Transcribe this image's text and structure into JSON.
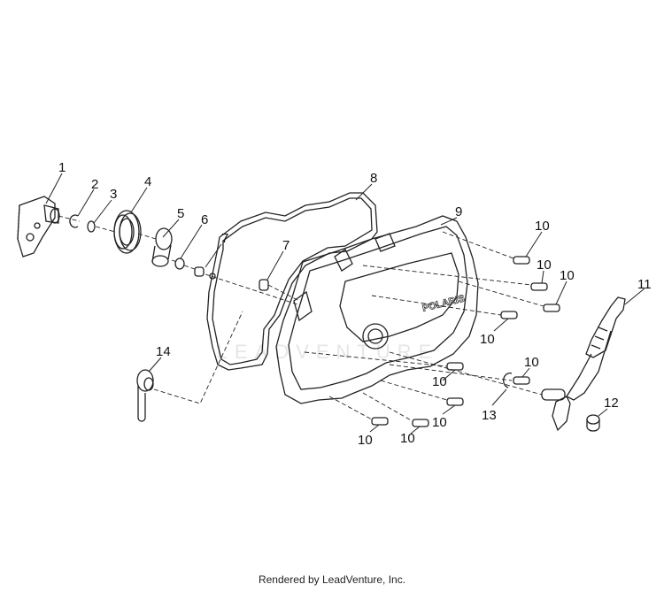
{
  "callouts": [
    {
      "id": "c1",
      "text": "1"
    },
    {
      "id": "c2",
      "text": "2"
    },
    {
      "id": "c3",
      "text": "3"
    },
    {
      "id": "c4",
      "text": "4"
    },
    {
      "id": "c5",
      "text": "5"
    },
    {
      "id": "c6",
      "text": "6"
    },
    {
      "id": "c7a",
      "text": "7"
    },
    {
      "id": "c7b",
      "text": "7"
    },
    {
      "id": "c8",
      "text": "8"
    },
    {
      "id": "c9",
      "text": "9"
    },
    {
      "id": "c10a",
      "text": "10"
    },
    {
      "id": "c10b",
      "text": "10"
    },
    {
      "id": "c10c",
      "text": "10"
    },
    {
      "id": "c10d",
      "text": "10"
    },
    {
      "id": "c10e",
      "text": "10"
    },
    {
      "id": "c10f",
      "text": "10"
    },
    {
      "id": "c10g",
      "text": "10"
    },
    {
      "id": "c10h",
      "text": "10"
    },
    {
      "id": "c10i",
      "text": "10"
    },
    {
      "id": "c11",
      "text": "11"
    },
    {
      "id": "c12",
      "text": "12"
    },
    {
      "id": "c13",
      "text": "13"
    },
    {
      "id": "c14",
      "text": "14"
    }
  ],
  "cover_logo_text": "POLARIS",
  "watermark_text": "LEADVENTURE",
  "footer": "Rendered by LeadVenture, Inc."
}
